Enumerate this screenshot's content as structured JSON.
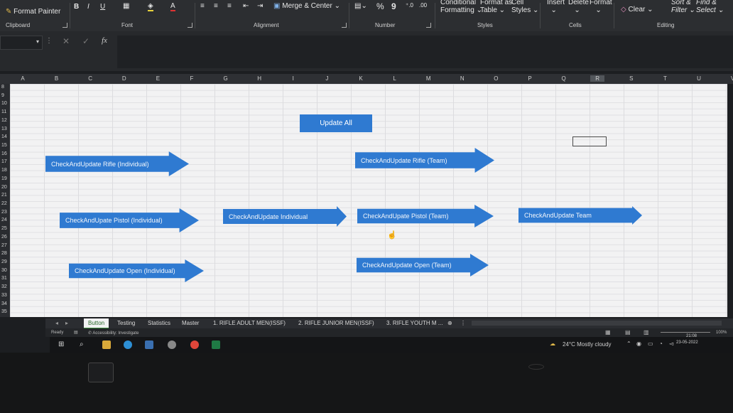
{
  "ribbon": {
    "clipboard": {
      "format_painter": "Format Painter",
      "group": "Clipboard"
    },
    "font": {
      "bold": "B",
      "italic": "I",
      "underline": "U",
      "font_color": "A",
      "group": "Font"
    },
    "alignment": {
      "merge_center": "Merge & Center",
      "group": "Alignment"
    },
    "number": {
      "percent": "%",
      "comma": "9",
      "group": "Number"
    },
    "styles": {
      "conditional": "Conditional",
      "formatting": "Formatting",
      "format_as": "Format as",
      "table": "Table",
      "cell": "Cell",
      "cell_styles": "Styles",
      "group": "Styles"
    },
    "cells": {
      "insert": "Insert",
      "delete": "Delete",
      "format": "Format",
      "group": "Cells"
    },
    "editing": {
      "clear": "Clear",
      "sort": "Sort &",
      "filter": "Filter",
      "find": "Find &",
      "select": "Select",
      "group": "Editing"
    }
  },
  "formula_bar": {
    "fx": "fx"
  },
  "columns": [
    "A",
    "B",
    "C",
    "D",
    "E",
    "F",
    "G",
    "H",
    "I",
    "J",
    "K",
    "L",
    "M",
    "N",
    "O",
    "P",
    "Q",
    "R",
    "S",
    "T",
    "U",
    "V"
  ],
  "rows": [
    "8",
    "9",
    "10",
    "11",
    "12",
    "13",
    "14",
    "15",
    "16",
    "17",
    "18",
    "19",
    "20",
    "21",
    "22",
    "23",
    "24",
    "25",
    "26",
    "27",
    "28",
    "29",
    "30",
    "31",
    "32",
    "33",
    "34",
    "35"
  ],
  "selected_column": "R",
  "sheet": {
    "update_all": "Update All",
    "rifle_individual": "CheckAndUpdate Rifle (Individual)",
    "rifle_team": "CheckAndUpdate Rifle (Team)",
    "pistol_individual": "CheckAndUpate Pistol (Individual)",
    "individual": "CheckAndUpdate  Individual",
    "pistol_team": "CheckAndUpate Pistol (Team)",
    "team": "CheckAndUpdate   Team",
    "open_individual": "CheckAndUpdate Open (Individual)",
    "open_team": "CheckAndUpdate Open (Team)"
  },
  "tabs": [
    "Button",
    "Testing",
    "Statistics",
    "Master",
    "1. RIFLE ADULT MEN(ISSF)",
    "2. RIFLE JUNIOR MEN(ISSF)",
    "3. RIFLE YOUTH M ..."
  ],
  "active_tab": "Button",
  "status": {
    "ready": "Ready",
    "accessibility": "Accessibility: Investigate",
    "zoom": "100%"
  },
  "taskbar": {
    "weather": "24°C  Mostly cloudy",
    "time": "21:08",
    "date": "23-05-2022"
  },
  "colors": {
    "accent": "#2f7ad1",
    "sheet_bg": "#f2f2f3"
  }
}
